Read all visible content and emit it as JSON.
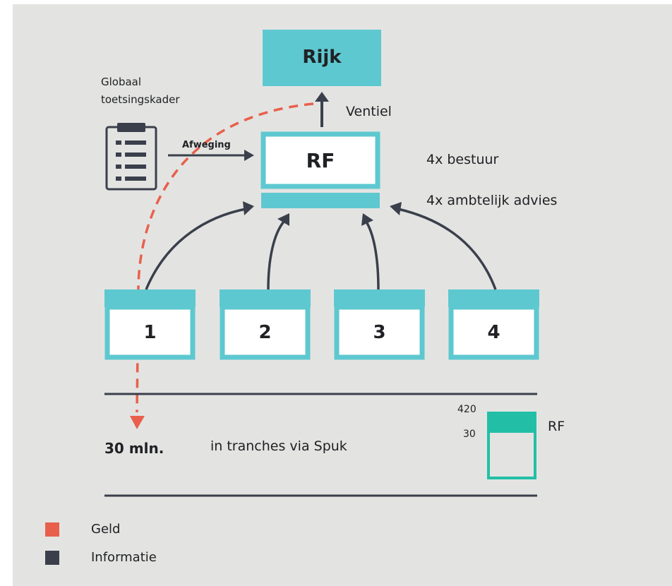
{
  "diagram": {
    "top": "Rijk",
    "center": "RF",
    "ventiel": "Ventiel",
    "bestuur": "4x bestuur",
    "advies": "4x ambtelijk advies",
    "framework_line1": "Globaal",
    "framework_line2": "toetsingskader",
    "afweging": "Afweging",
    "regions": [
      "1",
      "2",
      "3",
      "4"
    ],
    "amount": "30 mln.",
    "tranches": "in tranches via Spuk",
    "mini_chart": {
      "label": "RF",
      "value_top": "420",
      "value_bottom": "30"
    }
  },
  "legend": [
    {
      "label": "Geld",
      "color": "#e8604c"
    },
    {
      "label": "Informatie",
      "color": "#3a3f4b"
    }
  ],
  "colors": {
    "teal": "#5ec8d0",
    "green": "#22bfa6",
    "dark": "#3a3f4b",
    "red": "#e8604c"
  }
}
